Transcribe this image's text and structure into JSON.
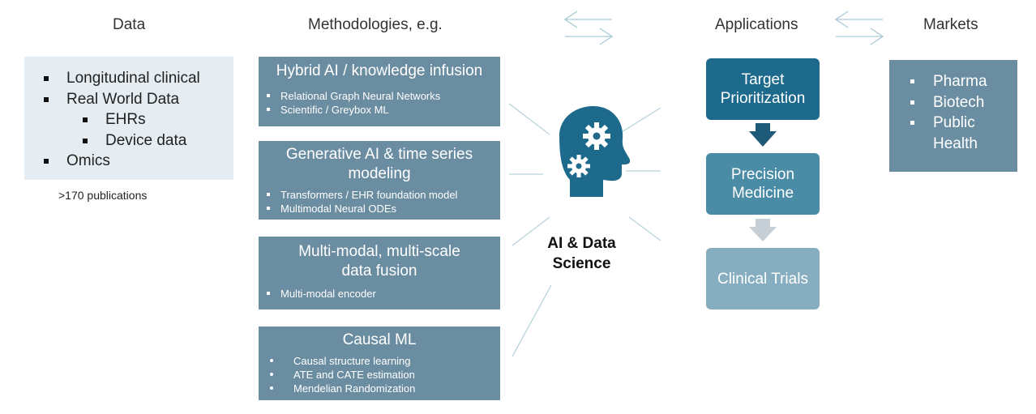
{
  "headers": {
    "data": "Data",
    "methodologies": "Methodologies, e.g.",
    "applications": "Applications",
    "markets": "Markets"
  },
  "data_box": {
    "items": [
      "Longitudinal clinical",
      "Real World Data"
    ],
    "subitems": [
      "EHRs",
      "Device data"
    ],
    "last_item": "Omics",
    "publications": ">170 publications"
  },
  "methodologies": [
    {
      "title": [
        "Hybrid AI / knowledge infusion"
      ],
      "items": [
        "Relational Graph Neural Networks",
        "Scientific  / Greybox ML"
      ]
    },
    {
      "title": [
        "Generative AI & time series",
        "modeling"
      ],
      "items": [
        "Transformers / EHR foundation model",
        "Multimodal Neural ODEs"
      ]
    },
    {
      "title": [
        "Multi-modal, multi-scale",
        "data fusion"
      ],
      "items": [
        "Multi-modal  encoder"
      ]
    },
    {
      "title": [
        "Causal ML"
      ],
      "items": [
        "Causal  structure  learning",
        "ATE and CATE estimation",
        "Mendelian Randomization"
      ]
    }
  ],
  "center": {
    "line1": "AI & Data",
    "line2": "Science",
    "icon": "head-gears-icon"
  },
  "applications": [
    {
      "line1": "Target",
      "line2": "Prioritization",
      "color": "#1d6a8c"
    },
    {
      "line1": "Precision",
      "line2": "Medicine",
      "color": "#4a8ba6"
    },
    {
      "line1": "Clinical Trials",
      "line2": "",
      "color": "#87aec0"
    }
  ],
  "markets": [
    "Pharma",
    "Biotech",
    "Public",
    "Health"
  ],
  "colors": {
    "method_box": "#6b8da1",
    "data_box": "#e5edf2",
    "icon": "#1d6a8c",
    "arrow_dark": "#1d5a78",
    "arrow_light": "#c5cfd5",
    "connector": "#b9d3dc"
  }
}
